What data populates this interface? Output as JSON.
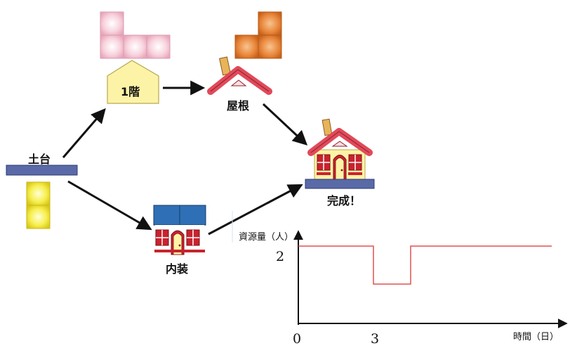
{
  "nodes": {
    "foundation": "土台",
    "first_floor": "1階",
    "roof": "屋根",
    "interior": "内装",
    "complete": "完成！"
  },
  "chart": {
    "ylabel": "資源量（人）",
    "xlabel": "時間（日）",
    "y_tick": "2",
    "x_tick_0": "0",
    "x_tick_3": "3"
  },
  "colors": {
    "pink_block": "#f6c9d6",
    "orange_block": "#e8853a",
    "yellow_block": "#f4ea3a",
    "blue_block": "#2f6fb5",
    "house_wall": "#fdf3a6",
    "roof_red": "#e04a5a",
    "slab": "#5a6aa8",
    "resource_line": "#e05050"
  }
}
